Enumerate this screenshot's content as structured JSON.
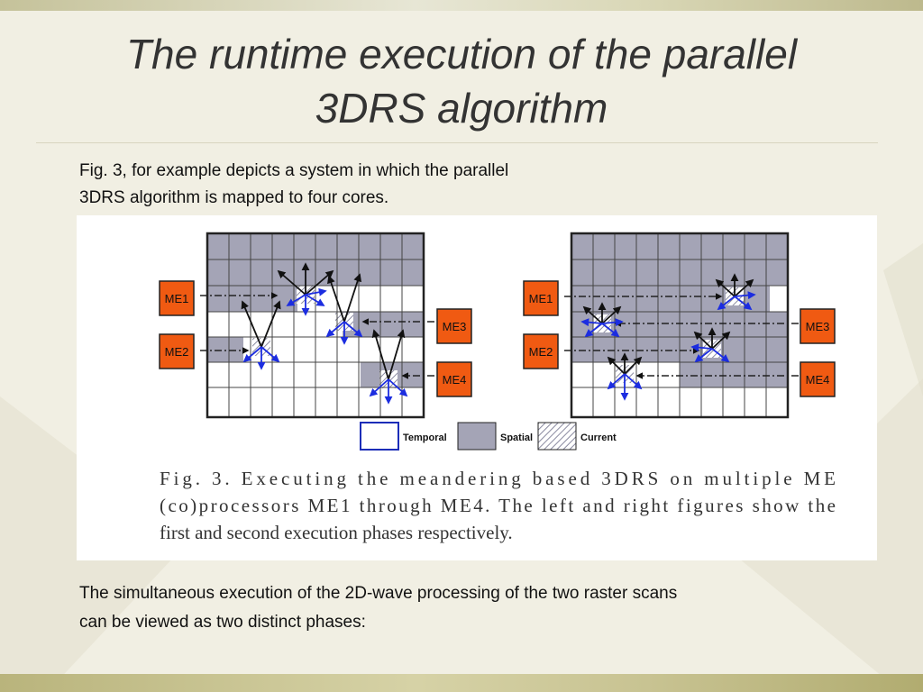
{
  "slide": {
    "title_line1": "The runtime execution of the parallel",
    "title_line2": "3DRS algorithm",
    "intro_line1": "Fig. 3, for example depicts a system in which the parallel",
    "intro_line2": "3DRS algorithm is mapped to four cores.",
    "bottom_line1": "The simultaneous execution of the 2D-wave processing of the two raster scans",
    "bottom_line2": "can be viewed as two distinct phases:"
  },
  "figure": {
    "me1": "ME1",
    "me2": "ME2",
    "me3": "ME3",
    "me4": "ME4",
    "legend_temporal": "Temporal",
    "legend_spatial": "Spatial",
    "legend_current": "Current",
    "caption_line1": "Fig. 3. Executing the meandering based 3DRS on multiple ME",
    "caption_line2": "(co)processors ME1 through ME4. The left and right figures show the",
    "caption_line3": "first and second execution phases respectively.",
    "colors": {
      "me_box": "#f05a12",
      "spatial": "#a4a4b6",
      "temporal_border": "#1c2db8",
      "arrow_blue": "#1c2de0",
      "arrow_black": "#111111"
    }
  }
}
